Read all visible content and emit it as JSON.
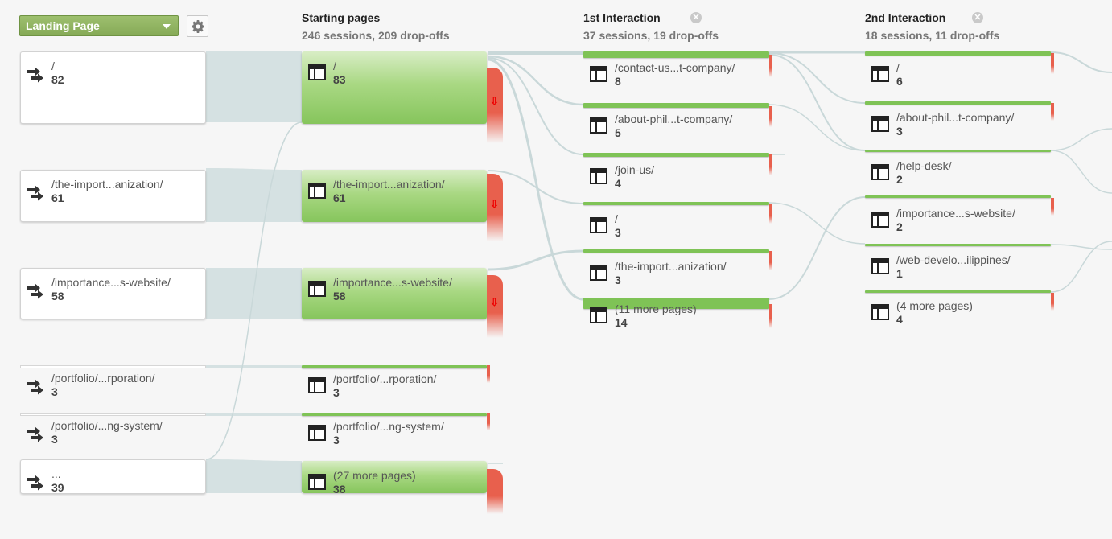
{
  "toolbar": {
    "dimension": "Landing Page",
    "settings_icon": "gear-icon"
  },
  "columns": [
    {
      "title": "Starting pages",
      "subtitle": "246 sessions, 209 drop-offs"
    },
    {
      "title": "1st Interaction",
      "subtitle": "37 sessions, 19 drop-offs",
      "close_icon": "close-icon",
      "close_glyph": "✕"
    },
    {
      "title": "2nd Interaction",
      "subtitle": "18 sessions, 11 drop-offs",
      "close_icon": "close-icon",
      "close_glyph": "✕"
    }
  ],
  "landing": [
    {
      "label": "/",
      "count": "82"
    },
    {
      "label": "/the-import...anization/",
      "count": "61"
    },
    {
      "label": "/importance...s-website/",
      "count": "58"
    },
    {
      "label": "/portfolio/...rporation/",
      "count": "3"
    },
    {
      "label": "/portfolio/...ng-system/",
      "count": "3"
    },
    {
      "label": "...",
      "count": "39"
    }
  ],
  "starting": [
    {
      "label": "/",
      "count": "83"
    },
    {
      "label": "/the-import...anization/",
      "count": "61"
    },
    {
      "label": "/importance...s-website/",
      "count": "58"
    },
    {
      "label": "/portfolio/...rporation/",
      "count": "3"
    },
    {
      "label": "/portfolio/...ng-system/",
      "count": "3"
    },
    {
      "label": "(27 more pages)",
      "count": "38"
    }
  ],
  "first": [
    {
      "label": "/contact-us...t-company/",
      "count": "8"
    },
    {
      "label": "/about-phil...t-company/",
      "count": "5"
    },
    {
      "label": "/join-us/",
      "count": "4"
    },
    {
      "label": "/",
      "count": "3"
    },
    {
      "label": "/the-import...anization/",
      "count": "3"
    },
    {
      "label": "(11 more pages)",
      "count": "14"
    }
  ],
  "second": [
    {
      "label": "/",
      "count": "6"
    },
    {
      "label": "/about-phil...t-company/",
      "count": "3"
    },
    {
      "label": "/help-desk/",
      "count": "2"
    },
    {
      "label": "/importance...s-website/",
      "count": "2"
    },
    {
      "label": "/web-develo...ilippines/",
      "count": "1"
    },
    {
      "label": "(4 more pages)",
      "count": "4"
    }
  ],
  "icons": {
    "landing": "entrance-arrows-icon",
    "page": "page-layout-icon",
    "dropoff": "dropoff-arrow-icon",
    "dropoff_glyph": "⇩"
  },
  "colors": {
    "node_green": "#86c55c",
    "dropoff_red": "#e8604d",
    "flow": "#d5e1e2",
    "accent": "#8ab35c"
  }
}
